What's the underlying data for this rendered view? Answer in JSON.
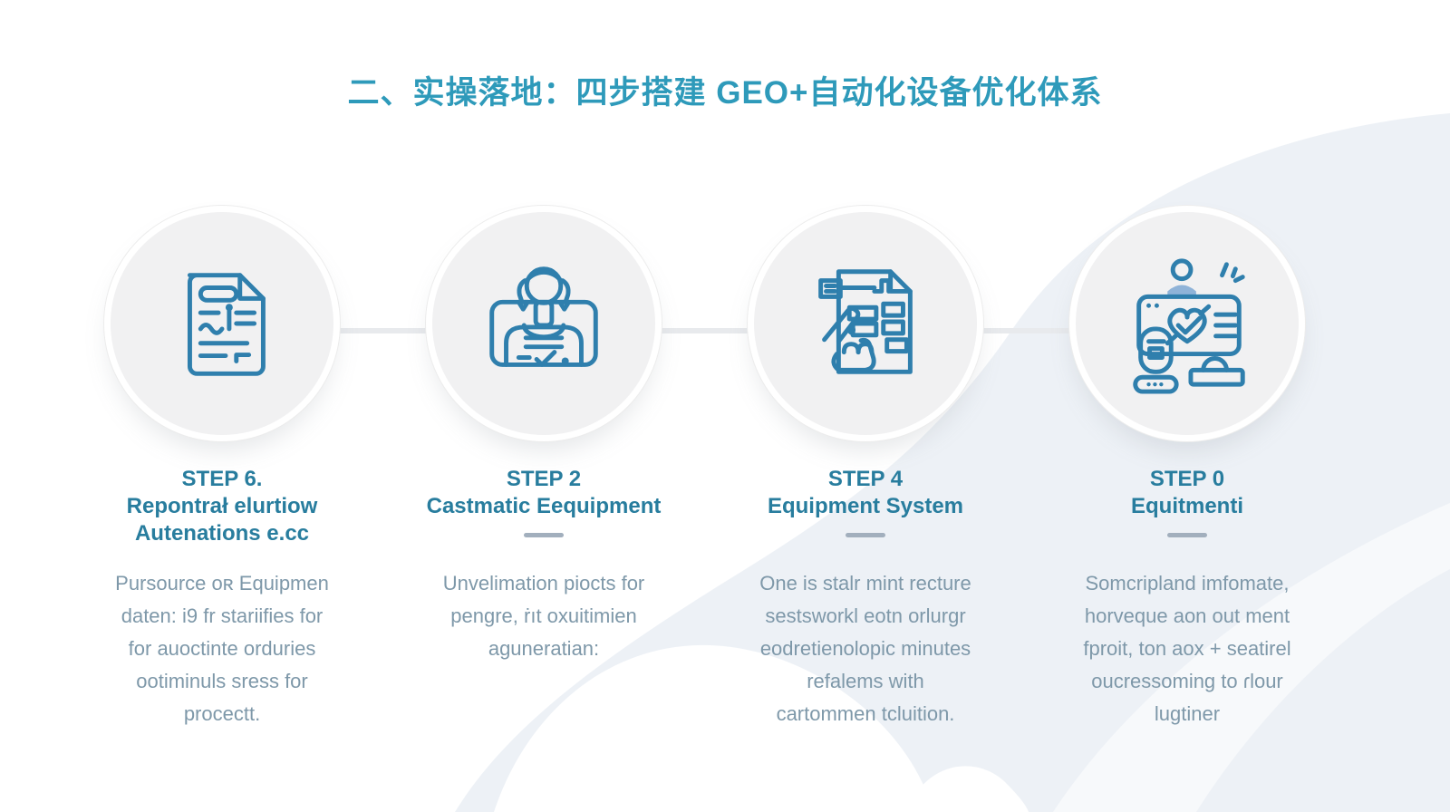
{
  "title": "二、实操落地：四步搭建 GEO+自动化设备优化体系",
  "colors": {
    "title_color": "#2e9aba",
    "step_heading": "#287d9e",
    "body_text": "#7e98a9",
    "icon_stroke": "#2f7fad",
    "icon_fill_light": "#8fb3d8",
    "circle_fill": "#f1f1f2",
    "divider": "#a2afbd",
    "connector": "#e8eaed",
    "background_blob": "#edf1f6"
  },
  "steps": [
    {
      "label": "STEP 6.",
      "name": "Repontrał elurtiow\nAutenations e.cc",
      "description": "Pursource oʀ Equipmen\ndaten: i9 fr stariifies for\nfor auoctinte orduries\nootiminuls sress for\nprocectt.",
      "icon": "report-document-icon"
    },
    {
      "label": "STEP 2",
      "name": "Castmatic Eequipment",
      "description": "Unᴠelimation piocts for\npengre, ṙıt oxuitimien\naguneratian:",
      "icon": "robot-inspection-icon"
    },
    {
      "label": "STEP 4",
      "name": "Equipment System",
      "description": "One is stalr mint recture\nsestsworkl eotn orlurgr\neodretienolopic minutes\nrefalems with\ncartommen tcluition.",
      "icon": "form-checklist-hand-icon"
    },
    {
      "label": "STEP 0",
      "name": "Equitmenti",
      "description": "Somcripland imfomate,\nhorveque aon out ment\nfproit, ton aox + seatirel\noucressoming to ɾlour\nlugtiner",
      "icon": "monitor-health-check-icon"
    }
  ]
}
